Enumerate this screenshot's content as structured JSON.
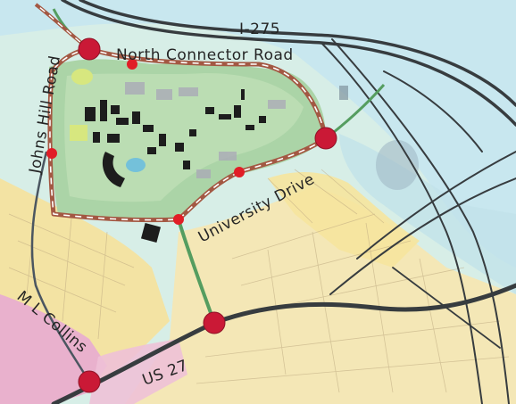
{
  "labels": {
    "i275": "I-275",
    "north_connector": "North Connector Road",
    "johns_hill": "Johns Hill Road",
    "university_drive": "University Drive",
    "ml_collins": "M L Collins",
    "us27": "US 27"
  },
  "colors": {
    "water": "#bfe2ea",
    "campus_green": "#a8d3a4",
    "loop_road": "#a0523c",
    "highway": "#2f3538",
    "marker": "#c8102e",
    "urban": "#f2e3a4",
    "commercial": "#e7a8c8"
  }
}
